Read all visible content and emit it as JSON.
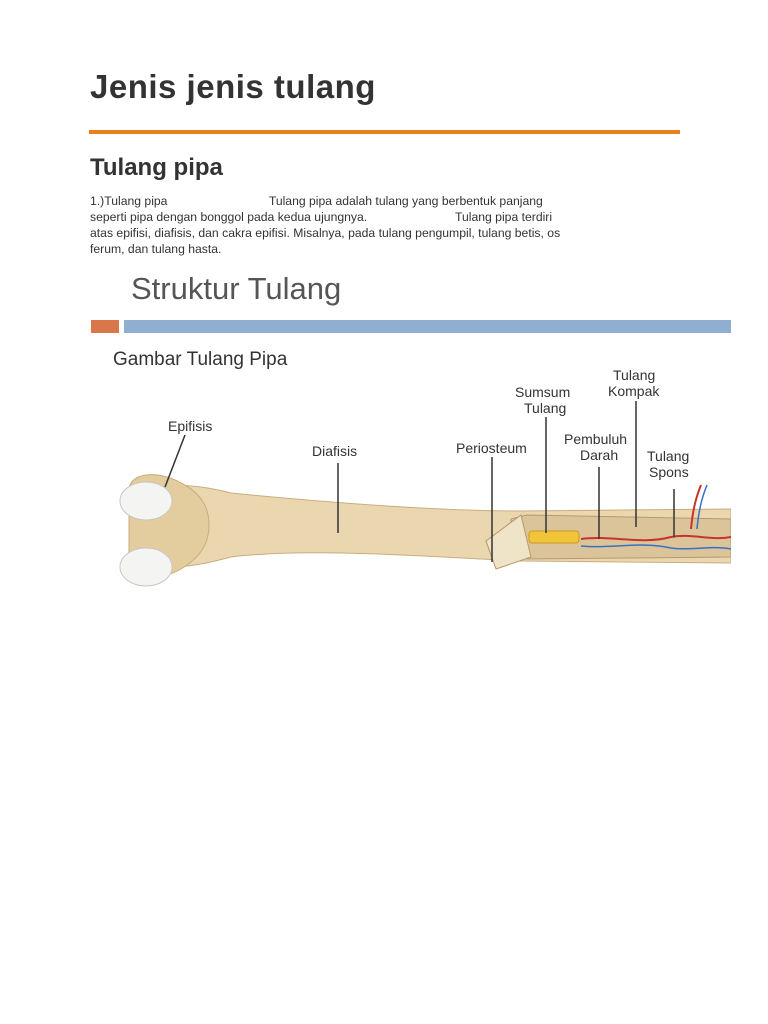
{
  "document": {
    "title": "Jenis jenis tulang",
    "section_heading": "Tulang pipa",
    "paragraph_lines": [
      "1.)Tulang pipa                              Tulang pipa adalah tulang yang berbentuk panjang",
      "seperti pipa dengan bonggol pada kedua ujungnya.                          Tulang pipa terdiri",
      "atas epifisi, diafisis, dan cakra epifisi. Misalnya, pada tulang pengumpil, tulang betis, os",
      "ferum, dan tulang hasta."
    ]
  },
  "figure": {
    "slide_title": "Struktur Tulang",
    "subtitle": "Gambar Tulang Pipa",
    "labels": {
      "epifisis": "Epifisis",
      "diafisis": "Diafisis",
      "periosteum": "Periosteum",
      "sumsum_line1": "Sumsum",
      "sumsum_line2": "Tulang",
      "pembuluh_line1": "Pembuluh",
      "pembuluh_line2": "Darah",
      "kompak_line1": "Tulang",
      "kompak_line2": "Kompak",
      "spons_line1": "Tulang",
      "spons_line2": "Spons"
    },
    "colors": {
      "slide_bar_orange": "#d9774b",
      "slide_bar_blue": "#8faed0",
      "bone": "#ead7b0",
      "cartilage": "#f4f4f2",
      "marrow": "#f2c43a",
      "vessel_red": "#c8342a",
      "vessel_blue": "#3a6fc4"
    }
  }
}
